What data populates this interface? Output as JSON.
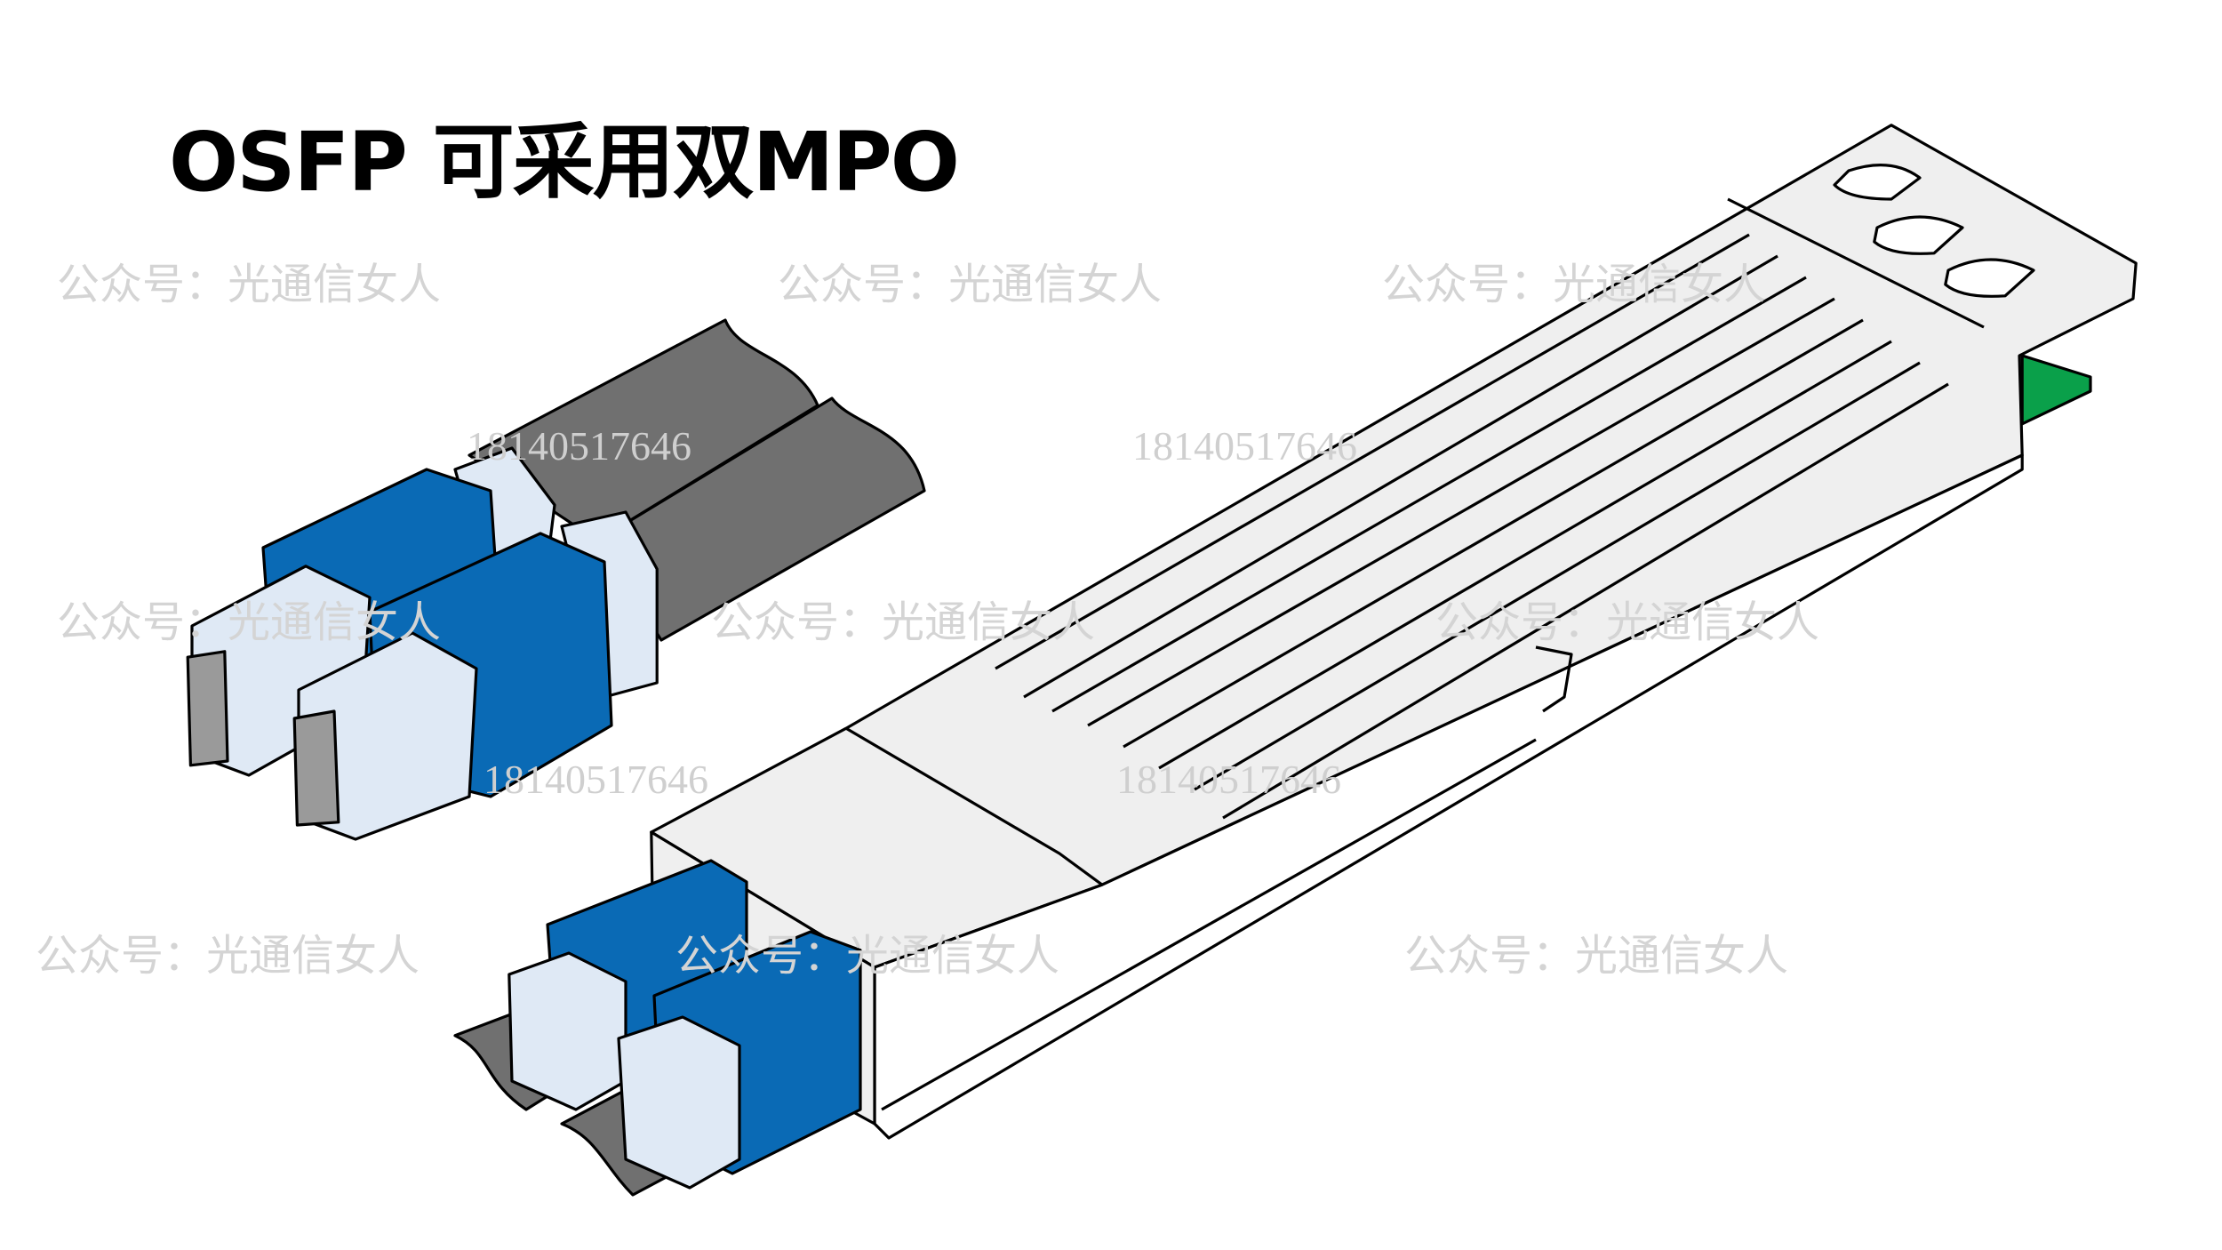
{
  "title": "OSFP 可采用双MPO",
  "watermark_text": "公众号：光通信女人",
  "watermark_number": "18140517646",
  "colors": {
    "connector_blue": "#0a6ab5",
    "cable_gray": "#707070",
    "body_light": "#efefef",
    "pull_tab_green": "#0aa04a"
  }
}
